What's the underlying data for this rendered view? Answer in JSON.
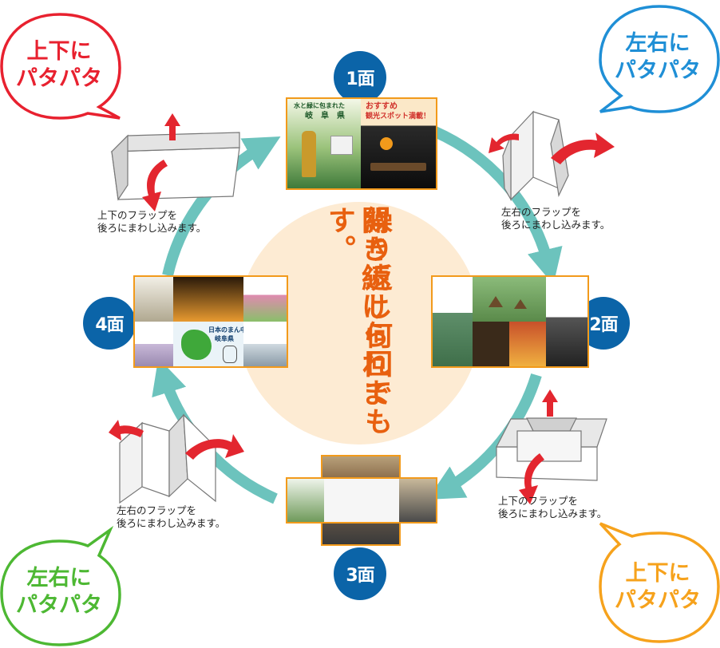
{
  "center_title": [
    "繰り返し何回でも",
    "開き続けられます。"
  ],
  "faces": [
    {
      "id": "face-1",
      "label": "1面"
    },
    {
      "id": "face-2",
      "label": "2面"
    },
    {
      "id": "face-3",
      "label": "3面"
    },
    {
      "id": "face-4",
      "label": "4面"
    }
  ],
  "bubbles": {
    "top_left": {
      "line1": "上下に",
      "line2": "パタパタ",
      "color": "#e8212f"
    },
    "top_right": {
      "line1": "左右に",
      "line2": "パタパタ",
      "color": "#1f8fd6"
    },
    "bottom_left": {
      "line1": "左右に",
      "line2": "パタパタ",
      "color": "#4db833"
    },
    "bottom_right": {
      "line1": "上下に",
      "line2": "パタパタ",
      "color": "#f6a21c"
    }
  },
  "captions": {
    "top_left": [
      "上下のフラップを",
      "後ろにまわし込みます。"
    ],
    "top_right": [
      "左右のフラップを",
      "後ろにまわし込みます。"
    ],
    "bottom_right": [
      "上下のフラップを",
      "後ろにまわし込みます。"
    ],
    "bottom_left": [
      "左右のフラップを",
      "後ろにまわし込みます。"
    ]
  },
  "face1_card": {
    "left_heading1": "水と緑に包まれた",
    "left_heading2": "岐　阜　県",
    "right_heading1": "おすすめ",
    "right_heading2": "観光スポット満載！"
  },
  "face4_card": {
    "map_label1": "日本のまん中",
    "map_label2": "岐阜県"
  },
  "colors": {
    "ring": "#6cc3bd",
    "badge": "#0b64a8",
    "card_border": "#f29a1b",
    "center_disc": "#fdebd3",
    "title": "#e8600f",
    "arrow_red": "#e3262f"
  }
}
